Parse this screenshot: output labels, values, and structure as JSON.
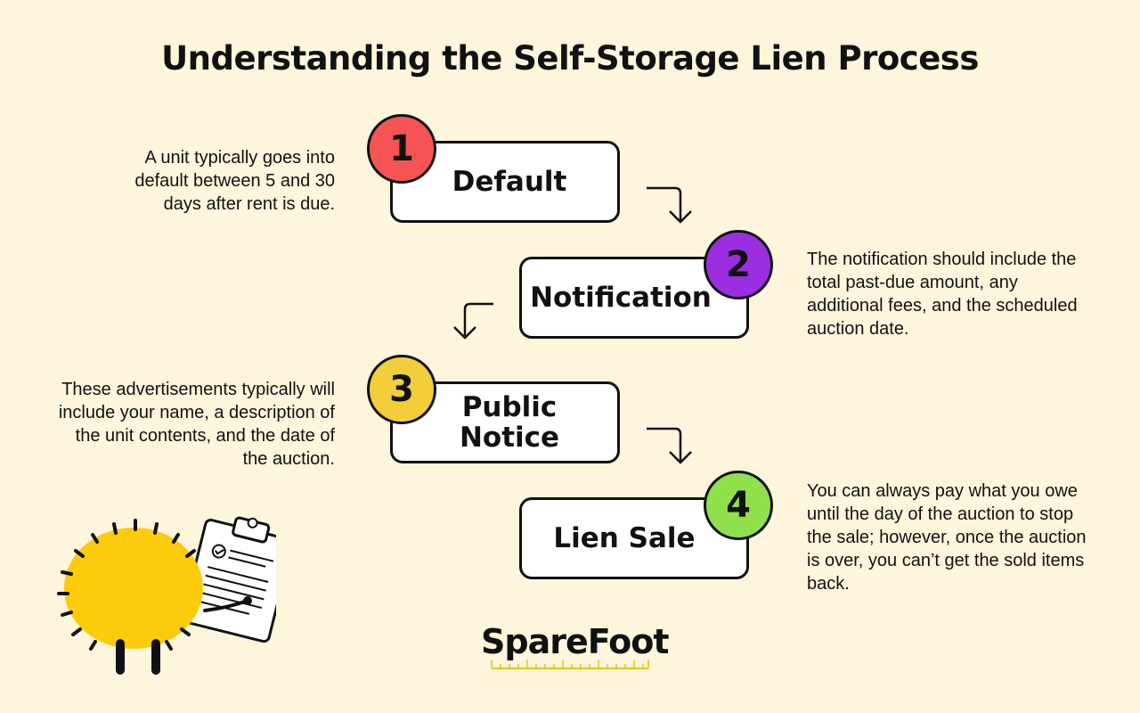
{
  "title": "Understanding the Self-Storage Lien Process",
  "steps": [
    {
      "number": "1",
      "label": "Default",
      "color": "#f65454",
      "description": "A unit typically goes into default between 5 and 30 days after rent is due."
    },
    {
      "number": "2",
      "label": "Notification",
      "color": "#9a2ee0",
      "description": "The notification should include the total past-due amount, any additional fees, and the scheduled auction date."
    },
    {
      "number": "3",
      "label": "Public Notice",
      "color": "#f2cf3a",
      "description": "These advertisements typically will include your name, a description of the unit contents, and the date of the auction."
    },
    {
      "number": "4",
      "label": "Lien Sale",
      "color": "#8fe04a",
      "description": "You can always pay what you owe until the day of the auction to stop the sale; however, once the auction is over, you can’t get the sold items back."
    }
  ],
  "logo": {
    "text": "SpareFoot",
    "accent_color": "#f2c200"
  },
  "mascot": {
    "icon": "fuzzy-mascot-with-clipboard",
    "body_color": "#fccb0a"
  }
}
